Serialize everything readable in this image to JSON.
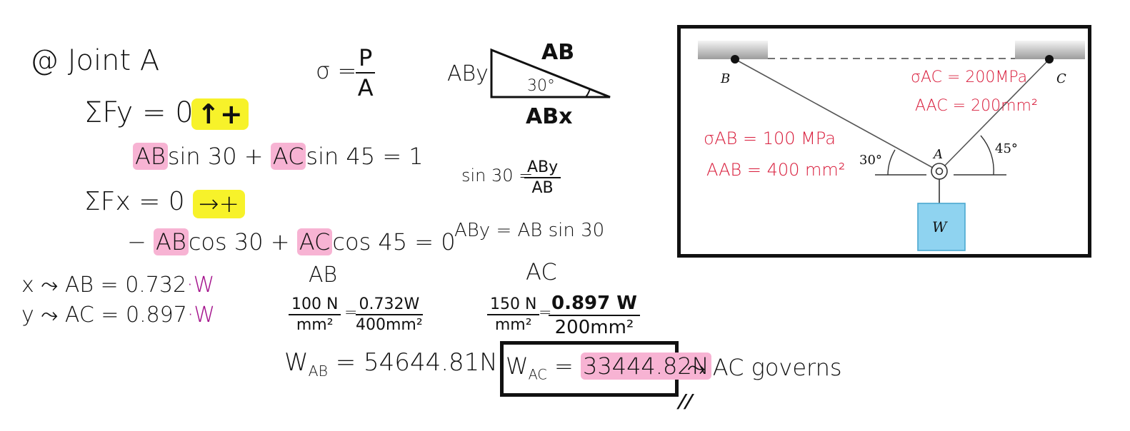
{
  "joint": {
    "title": "@ Joint A",
    "sum_fy": "ΣFy = 0",
    "up_sign": "↑+",
    "eq1_t1": "AB",
    "eq1_t2": "sin 30 +",
    "eq1_t3": "AC",
    "eq1_t4": "sin 45  =  1",
    "sum_fx": "ΣFx = 0",
    "right_sign": "→+",
    "eq2_t0": "−",
    "eq2_t1": "AB",
    "eq2_t2": "cos 30 +",
    "eq2_t3": "AC",
    "eq2_t4": "cos 45 = 0",
    "x_line": "x ⤳  AB = 0.732",
    "y_line": "y ⤳  AC = 0.897",
    "w_suffix": "·W"
  },
  "stress": {
    "sigma": "σ =",
    "num": "P",
    "den": "A"
  },
  "triangle": {
    "hyp": "AB",
    "vert": "ABy",
    "horiz": "ABx",
    "angle": "30°"
  },
  "sin_rel": {
    "lhs": "sin 30 =",
    "num": "ABy",
    "den": "AB",
    "result": "ABy = AB sin 30"
  },
  "ab_calc": {
    "head": "AB",
    "lhs_num": "100 N",
    "lhs_den": "mm²",
    "rhs_num": "0.732W",
    "rhs_den": "400mm²",
    "result_label": "W",
    "result_sub": "AB",
    "result_value": "= 54644.81N"
  },
  "ac_calc": {
    "head": "AC",
    "lhs_num": "150 N",
    "lhs_den": "mm²",
    "rhs_num": "0.897 W",
    "rhs_den": "200mm²",
    "result_label": "W",
    "result_sub": "AC",
    "result_eq": "=",
    "result_value": "33444.82N",
    "governs": "⤳ AC governs",
    "final_mark": "//"
  },
  "diagram": {
    "label_b": "B",
    "label_c": "C",
    "label_a": "A",
    "label_w": "W",
    "angle_left": "30°",
    "angle_right": "45°",
    "sigma_ab": "σAB = 100 MPa",
    "area_ab": "AAB = 400 mm²",
    "sigma_ac": "σAC = 200MPa",
    "area_ac": "AAC = 200mm²",
    "colors": {
      "support": "#c9c9c9",
      "block": "#8fd3f0",
      "annotation": "#d81b3a"
    }
  }
}
